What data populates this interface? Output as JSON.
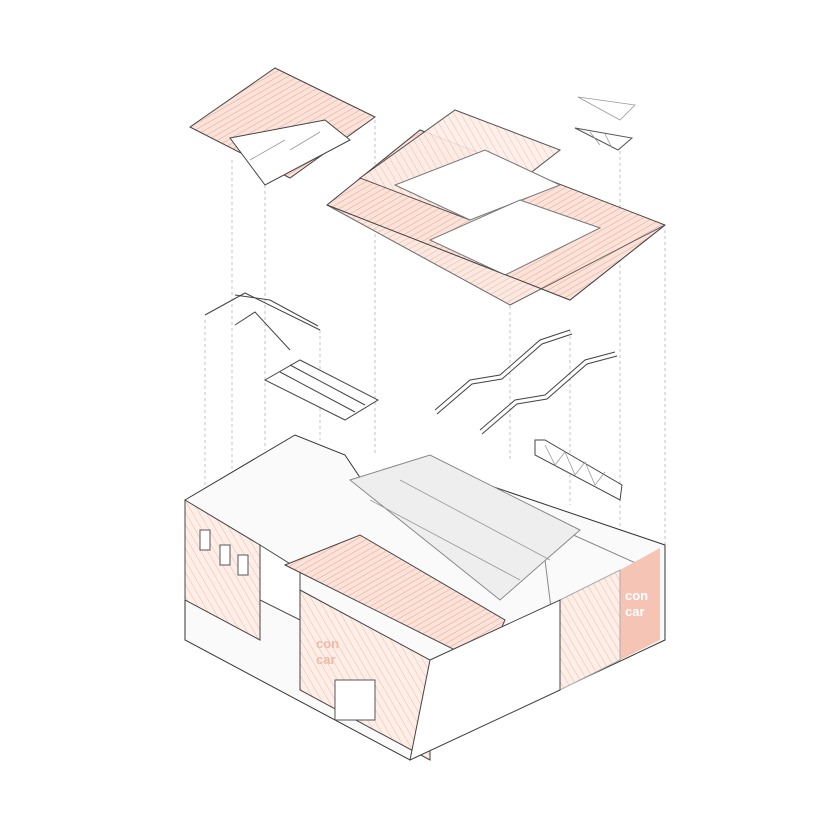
{
  "colors": {
    "accent": "#f4c7b8",
    "line": "#444444",
    "hatch": "#e8907a"
  },
  "signs": [
    {
      "line1": "con",
      "line2": "car"
    },
    {
      "line1": "con",
      "line2": "car"
    }
  ]
}
